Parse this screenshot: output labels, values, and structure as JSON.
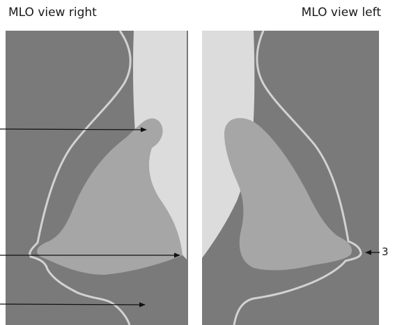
{
  "panels": {
    "right": {
      "title": "MLO view right"
    },
    "left": {
      "title": "MLO view left"
    }
  },
  "annotations": {
    "left_panel_label": "3"
  },
  "colors": {
    "background": "#7a7a7a",
    "pectoral_muscle": "#dcdcdc",
    "glandular_tissue": "#a6a6a6",
    "skin_outline": "#d2d2d2",
    "arrow": "#111111"
  }
}
